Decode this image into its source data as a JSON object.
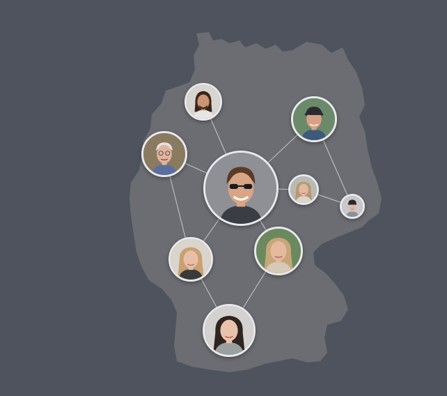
{
  "colors": {
    "background": "#4f535d",
    "map_fill": "#6b6d72",
    "link_stroke": "#c9cacd",
    "node_border": "#e9e9ec"
  },
  "nodes": [
    {
      "id": "center-man-sunglasses",
      "icon": "avatar-man-sunglasses",
      "hair": "#5a3b24",
      "skin": "#d9a585",
      "bg": "#8f8f96",
      "shirt": "#3b3d45"
    },
    {
      "id": "man-long-hair",
      "icon": "avatar-man-long-hair",
      "hair": "#3a2418",
      "skin": "#c99574",
      "bg": "#d8d4cf",
      "shirt": "#e8e6e2"
    },
    {
      "id": "man-cap",
      "icon": "avatar-man-cap",
      "hair": "#2a2a2e",
      "skin": "#d8a183",
      "bg": "#6b8a6a",
      "shirt": "#3d5a7a"
    },
    {
      "id": "older-man-glasses",
      "icon": "avatar-older-man",
      "hair": "#e2e2e2",
      "skin": "#e0b4a0",
      "bg": "#8a7a60",
      "shirt": "#5a6fa0"
    },
    {
      "id": "woman-smiling-right",
      "icon": "avatar-woman-blonde",
      "hair": "#b89870",
      "skin": "#e2b9a0",
      "bg": "#b8bab5",
      "shirt": "#d9d6d0"
    },
    {
      "id": "woman-beanie",
      "icon": "avatar-woman-beanie",
      "hair": "#6a4a30",
      "skin": "#e0b9a2",
      "bg": "#c8c8cc",
      "shirt": "#8a8f99"
    },
    {
      "id": "woman-blonde-left",
      "icon": "avatar-woman-blonde",
      "hair": "#c9a071",
      "skin": "#e7bea6",
      "bg": "#d9d4cc",
      "shirt": "#3a3a3a"
    },
    {
      "id": "woman-outdoor",
      "icon": "avatar-woman-blonde",
      "hair": "#c7a67a",
      "skin": "#e4b99e",
      "bg": "#6a8a5e",
      "shirt": "#d6c9b5"
    },
    {
      "id": "woman-dark-hair",
      "icon": "avatar-woman-dark-hair",
      "hair": "#2e2420",
      "skin": "#e9c2ac",
      "bg": "#d4d2d0",
      "shirt": "#9aa0a0"
    }
  ],
  "links": [
    [
      "center-man-sunglasses",
      "man-long-hair"
    ],
    [
      "center-man-sunglasses",
      "man-cap"
    ],
    [
      "center-man-sunglasses",
      "older-man-glasses"
    ],
    [
      "center-man-sunglasses",
      "woman-smiling-right"
    ],
    [
      "center-man-sunglasses",
      "woman-blonde-left"
    ],
    [
      "center-man-sunglasses",
      "woman-outdoor"
    ],
    [
      "man-cap",
      "woman-beanie"
    ],
    [
      "woman-smiling-right",
      "woman-beanie"
    ],
    [
      "older-man-glasses",
      "woman-blonde-left"
    ],
    [
      "woman-blonde-left",
      "woman-dark-hair"
    ],
    [
      "woman-outdoor",
      "woman-dark-hair"
    ]
  ]
}
